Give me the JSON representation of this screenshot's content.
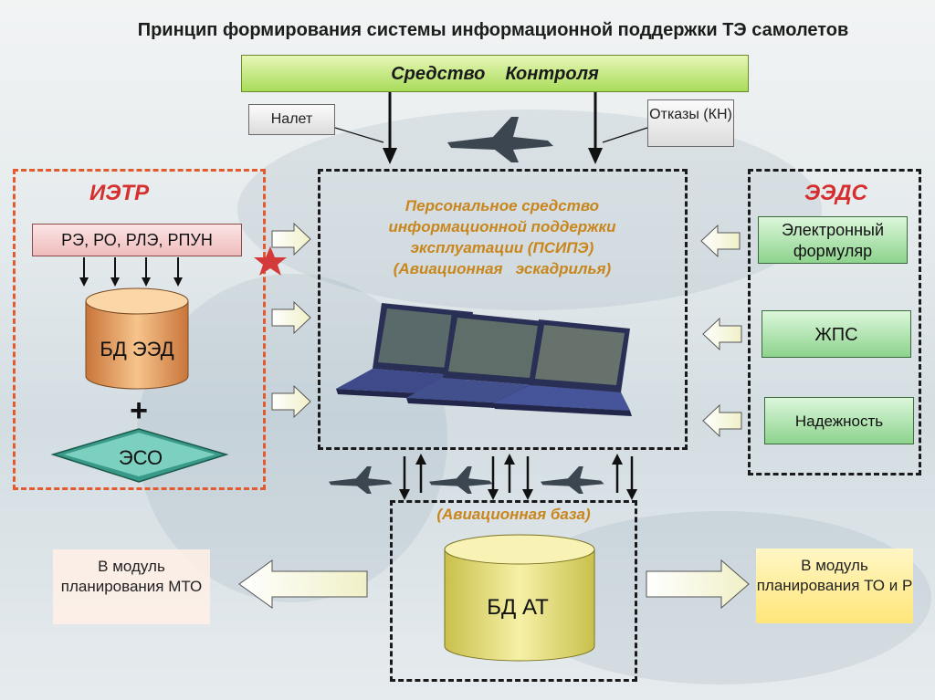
{
  "title": "Принцип формирования системы информационной поддержки ТЭ самолетов",
  "control": "Средство    Контроля",
  "nalet": "Налет",
  "otkazy": "Отказы (КН)",
  "ietr": {
    "title": "ИЭТР",
    "docs": "РЭ, РО, РЛЭ, РПУН",
    "db": "БД ЭЭД",
    "plus": "+",
    "eso": "ЭСО"
  },
  "center": {
    "text1": "Персональное средство",
    "text2": "информационной поддержки",
    "text3": "эксплуатации (ПСИПЭ)",
    "text4": "(Авиационная   эскадрилья)"
  },
  "eeds": {
    "title": "ЭЭДС",
    "item1": "Электронный формуляр",
    "item2": "ЖПС",
    "item3": "Надежность"
  },
  "base": {
    "label": "(Авиационная база)",
    "db": "БД АТ"
  },
  "left_module": "В модуль планирования МТО",
  "right_module": "В модуль планирования ТО и Р",
  "colors": {
    "green_bar": "#a8dc5a",
    "red_dash": "#e25a2e",
    "orange_text": "#c8861c",
    "db_orange": "#e79a4a",
    "db_yellow": "#e6e07a"
  }
}
